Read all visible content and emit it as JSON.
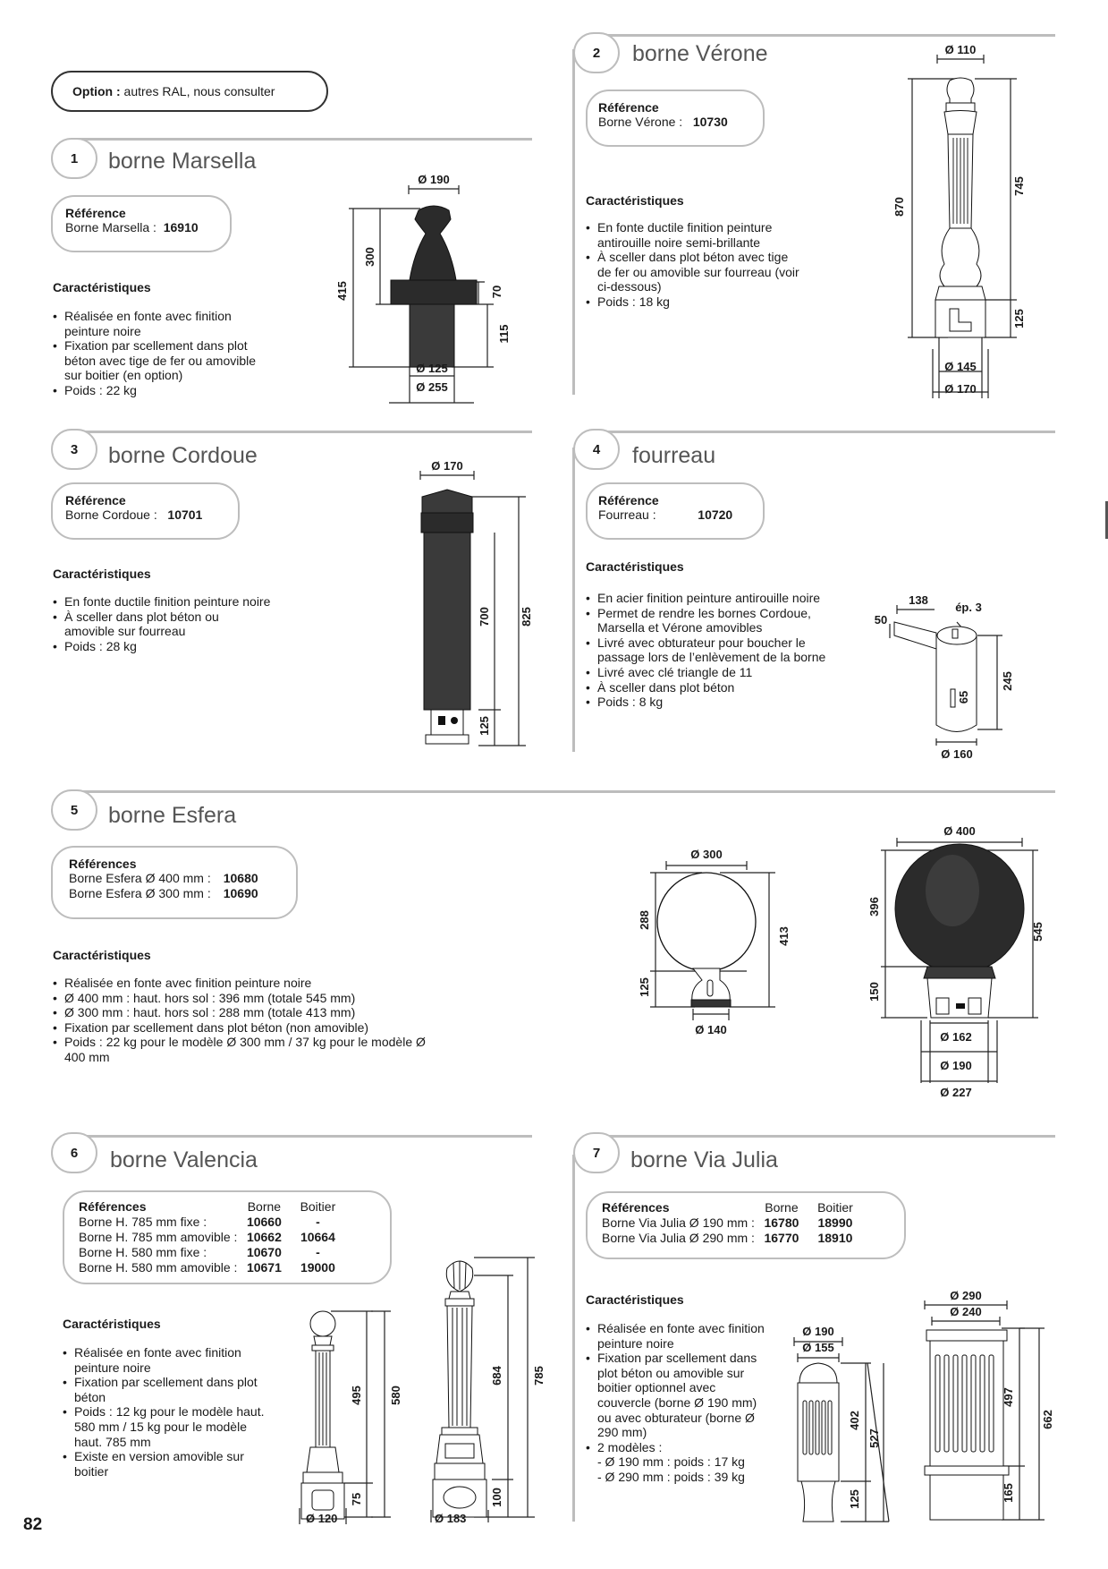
{
  "page_number": "82",
  "option": {
    "label": "Option :",
    "text": "autres RAL, nous consulter"
  },
  "section_labels": {
    "reference": "Référence",
    "references": "Références",
    "characteristics": "Caractéristiques",
    "col_borne": "Borne",
    "col_boitier": "Boitier"
  },
  "products": {
    "marsella": {
      "number": "1",
      "title": "borne Marsella",
      "ref_label": "Borne Marsella :",
      "ref_code": "16910",
      "features": [
        "Réalisée en fonte avec finition peinture noire",
        "Fixation par scellement dans plot béton avec tige de fer ou amovible sur boitier (en option)",
        "Poids : 22 kg"
      ],
      "dims": {
        "d_top": "Ø 190",
        "h_total": "415",
        "h_body": "300",
        "h_collar": "70",
        "h_base": "115",
        "d_base": "Ø 125",
        "d_foot": "Ø 255"
      }
    },
    "verone": {
      "number": "2",
      "title": "borne Vérone",
      "ref_label": "Borne Vérone :",
      "ref_code": "10730",
      "features": [
        "En fonte ductile finition peinture antirouille noire semi-brillante",
        "À sceller dans plot béton avec tige de fer ou amovible sur fourreau (voir ci-dessous)",
        "Poids : 18 kg"
      ],
      "dims": {
        "d_top": "Ø 110",
        "h_total": "870",
        "h_upper": "745",
        "h_base": "125",
        "d_base": "Ø 145",
        "d_foot": "Ø 170"
      }
    },
    "cordoue": {
      "number": "3",
      "title": "borne Cordoue",
      "ref_label": "Borne Cordoue :",
      "ref_code": "10701",
      "features": [
        "En fonte ductile finition peinture noire",
        "À sceller dans plot béton ou amovible sur fourreau",
        "Poids : 28 kg"
      ],
      "dims": {
        "d_top": "Ø 170",
        "h_body": "700",
        "h_total": "825",
        "h_base": "125"
      }
    },
    "fourreau": {
      "number": "4",
      "title": "fourreau",
      "ref_label": "Fourreau :",
      "ref_code": "10720",
      "features": [
        "En acier finition peinture antirouille noire",
        "Permet de rendre les bornes Cordoue, Marsella et Vérone amovibles",
        "Livré avec obturateur pour boucher le passage lors de l’enlèvement de la borne",
        "Livré avec clé triangle de 11",
        "À sceller dans plot béton",
        "Poids : 8 kg"
      ],
      "dims": {
        "tab_len": "138",
        "thickness": "ép. 3",
        "tab_w": "50",
        "h_total": "245",
        "slot": "65",
        "diameter": "Ø 160"
      }
    },
    "esfera": {
      "number": "5",
      "title": "borne Esfera",
      "refs": [
        {
          "label": "Borne Esfera Ø 400 mm :",
          "code": "10680"
        },
        {
          "label": "Borne Esfera Ø 300 mm :",
          "code": "10690"
        }
      ],
      "features": [
        "Réalisée en fonte avec finition peinture noire",
        "Ø 400 mm : haut. hors sol : 396 mm (totale 545 mm)",
        "Ø 300 mm : haut. hors sol : 288 mm (totale 413 mm)",
        "Fixation par scellement dans plot béton (non amovible)",
        "Poids : 22 kg pour le modèle Ø 300 mm /  37 kg pour le modèle Ø 400 mm"
      ],
      "dims_small": {
        "d_globe": "Ø 300",
        "h_globe": "288",
        "h_total": "413",
        "h_base": "125",
        "d_base": "Ø 140"
      },
      "dims_large": {
        "d_globe": "Ø 400",
        "h_globe": "396",
        "h_total": "545",
        "h_base": "150",
        "d_base1": "Ø 162",
        "d_base2": "Ø 190",
        "d_base3": "Ø 227"
      }
    },
    "valencia": {
      "number": "6",
      "title": "borne Valencia",
      "refs": [
        {
          "label": "Borne H. 785 mm fixe :",
          "borne": "10660",
          "boitier": "-"
        },
        {
          "label": "Borne H. 785 mm amovible :",
          "borne": "10662",
          "boitier": "10664"
        },
        {
          "label": "Borne H. 580 mm fixe :",
          "borne": "10670",
          "boitier": "-"
        },
        {
          "label": "Borne H. 580 mm amovible :",
          "borne": "10671",
          "boitier": "19000"
        }
      ],
      "features": [
        "Réalisée en fonte avec finition peinture noire",
        "Fixation par scellement dans plot béton",
        "Poids : 12 kg pour le modèle haut. 580 mm /  15 kg pour le modèle haut. 785 mm",
        "Existe en version amovible sur boitier"
      ],
      "dims_small": {
        "h_upper": "495",
        "h_total": "580",
        "h_base": "75",
        "d_base": "Ø 120"
      },
      "dims_large": {
        "h_upper": "684",
        "h_total": "785",
        "h_base": "100",
        "d_base": "Ø 183"
      }
    },
    "viajulia": {
      "number": "7",
      "title": "borne Via Julia",
      "refs": [
        {
          "label": "Borne Via Julia Ø 190 mm :",
          "borne": "16780",
          "boitier": "18990"
        },
        {
          "label": "Borne Via Julia Ø 290 mm :",
          "borne": "16770",
          "boitier": "18910"
        }
      ],
      "features": [
        "Réalisée en fonte avec finition peinture noire",
        "Fixation par scellement dans plot béton ou amovible sur boitier optionnel avec couvercle (borne Ø 190 mm) ou avec obturateur (borne Ø 290 mm)",
        "2 modèles :"
      ],
      "sub_features": [
        "- Ø 190 mm : poids : 17 kg",
        "- Ø 290 mm : poids : 39 kg"
      ],
      "dims_small": {
        "d_outer": "Ø 190",
        "d_inner": "Ø 155",
        "h_upper": "402",
        "h_total": "527",
        "h_base": "125"
      },
      "dims_large": {
        "d_outer": "Ø 290",
        "d_inner": "Ø 240",
        "h_upper": "497",
        "h_total": "662",
        "h_base": "165"
      }
    }
  }
}
